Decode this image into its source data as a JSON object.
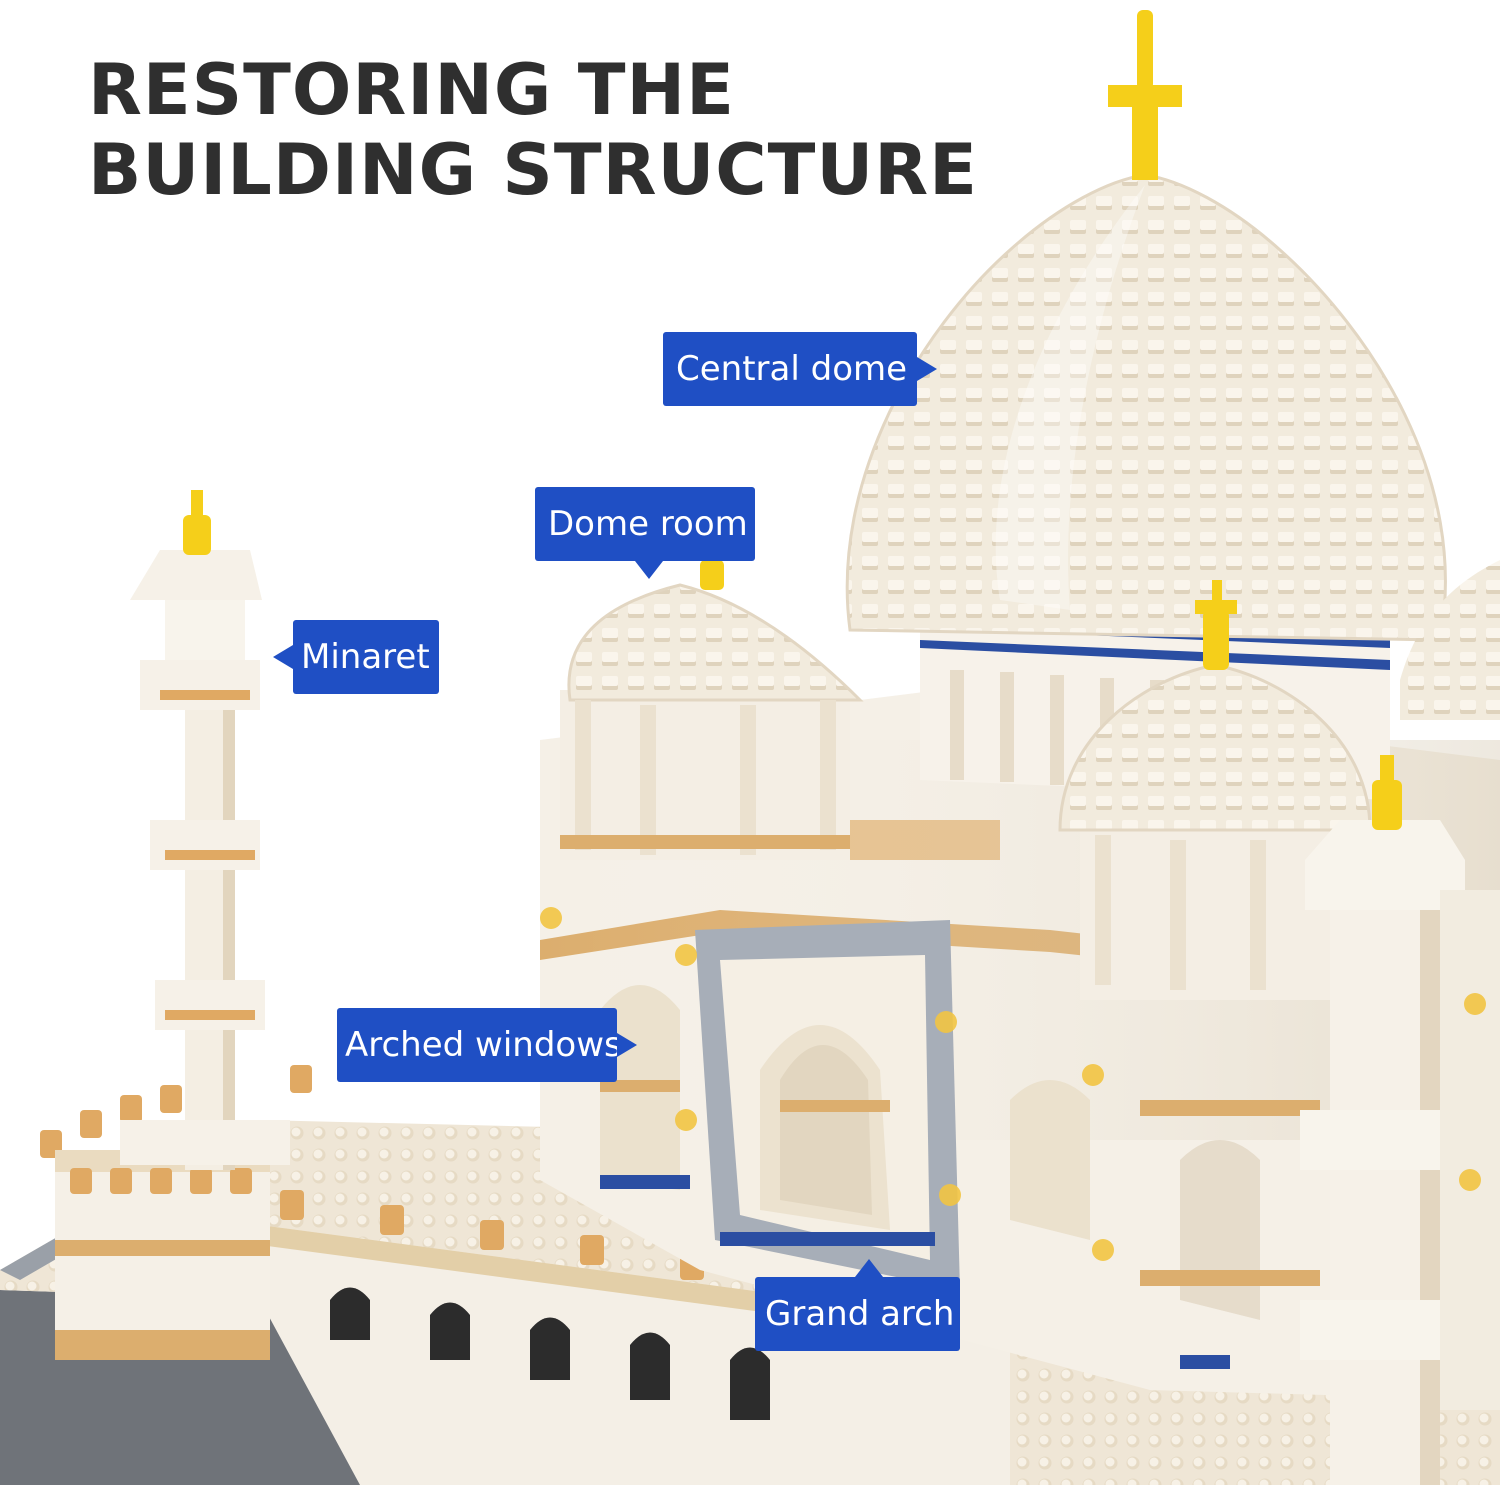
{
  "headline": {
    "line1": "RESTORING THE",
    "line2": "BUILDING STRUCTURE"
  },
  "callouts": {
    "central_dome": "Central dome",
    "dome_room": "Dome room",
    "minaret": "Minaret",
    "arched_windows": "Arched windows",
    "grand_arch": "Grand arch"
  },
  "colors": {
    "callout_background": "#1f4fc4",
    "callout_text": "#ffffff",
    "headline_text": "#2f2f2f",
    "brick_white": "#f3ede1",
    "trim_gold": "#d9a560",
    "trim_blue": "#2b4ea2",
    "frame_gray": "#a7aeb8",
    "finial_yellow": "#f5cf1a"
  }
}
